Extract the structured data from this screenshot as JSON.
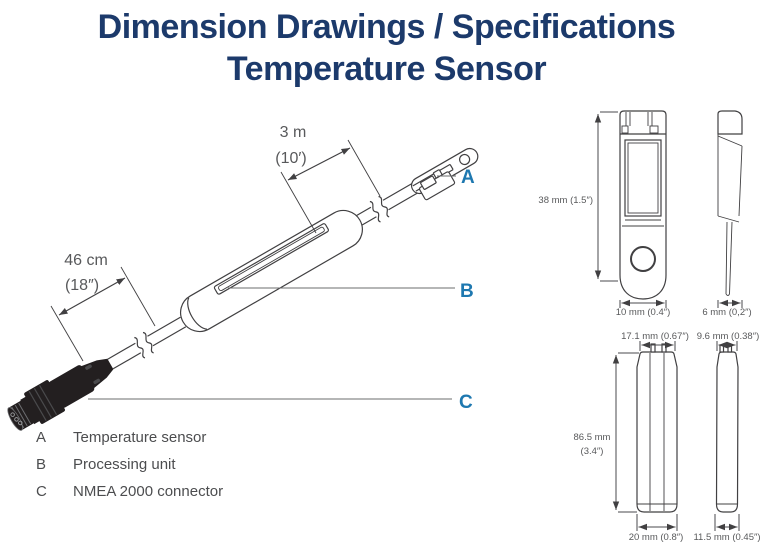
{
  "title": {
    "line1": "Dimension Drawings / Specifications",
    "line2": "Temperature Sensor"
  },
  "colors": {
    "title_navy": "#1c3a6b",
    "callout_blue": "#1e78b0",
    "dim_gray": "#58595b",
    "line_dark": "#414042"
  },
  "main_drawing": {
    "dim_cable_sensor": {
      "value": "3 m",
      "imperial": "(10′)"
    },
    "dim_cable_connector": {
      "value": "46 cm",
      "imperial": "(18″)"
    },
    "callout_a": "A",
    "callout_b": "B",
    "callout_c": "C"
  },
  "legend": {
    "items": [
      {
        "key": "A",
        "label": "Temperature sensor"
      },
      {
        "key": "B",
        "label": "Processing unit"
      },
      {
        "key": "C",
        "label": "NMEA 2000 connector"
      }
    ]
  },
  "dimension_views": {
    "sensor_front": {
      "height": "38 mm (1.5″)",
      "width": "10 mm (0.4″)"
    },
    "sensor_side": {
      "width": "6 mm (0,2″)"
    },
    "unit_front": {
      "top_width": "17.1 mm (0.67″)",
      "height_line1": "86.5 mm",
      "height_line2": "(3.4″)",
      "bottom_width": "20 mm (0.8″)"
    },
    "unit_side": {
      "top_width": "9.6 mm (0.38″)",
      "bottom_width": "11.5 mm (0.45″)"
    }
  }
}
